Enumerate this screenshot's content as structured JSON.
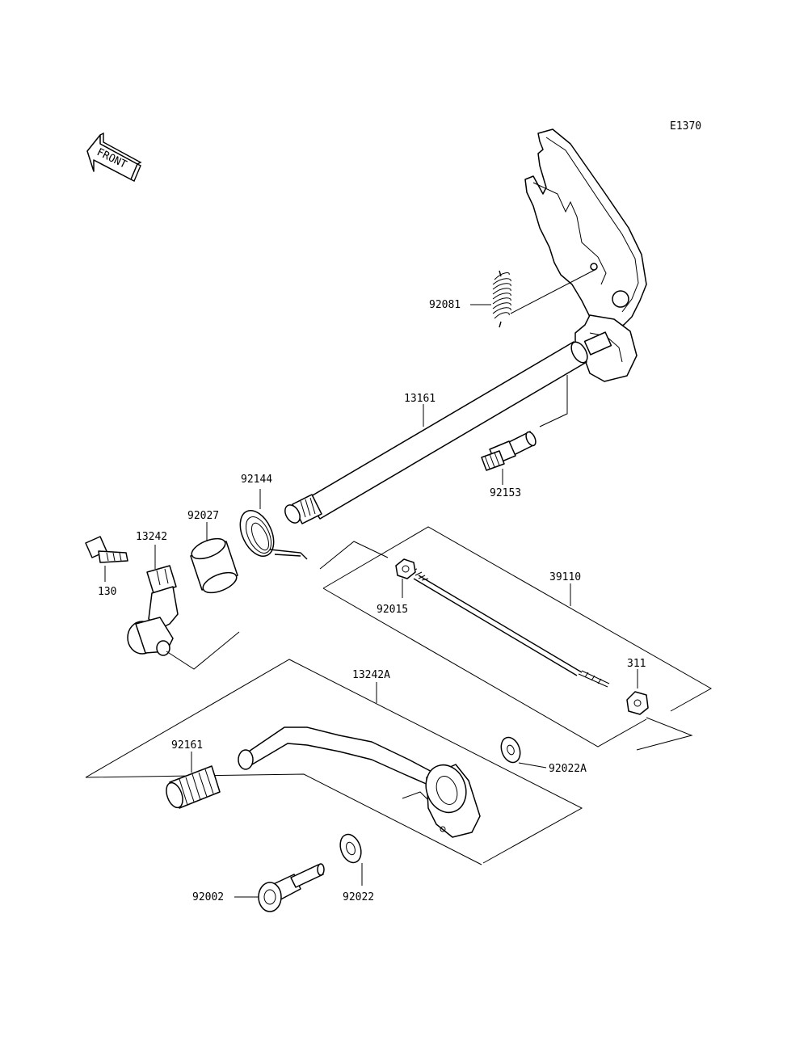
{
  "diagram_code": "E1370",
  "front_label": "FRONT",
  "parts": {
    "p92081": "92081",
    "p13161": "13161",
    "p92153": "92153",
    "p92144": "92144",
    "p92027": "92027",
    "p13242": "13242",
    "p130": "130",
    "p39110": "39110",
    "p92015": "92015",
    "p311": "311",
    "p13242A": "13242A",
    "p92161": "92161",
    "p92022A": "92022A",
    "p92002": "92002",
    "p92022": "92022"
  }
}
